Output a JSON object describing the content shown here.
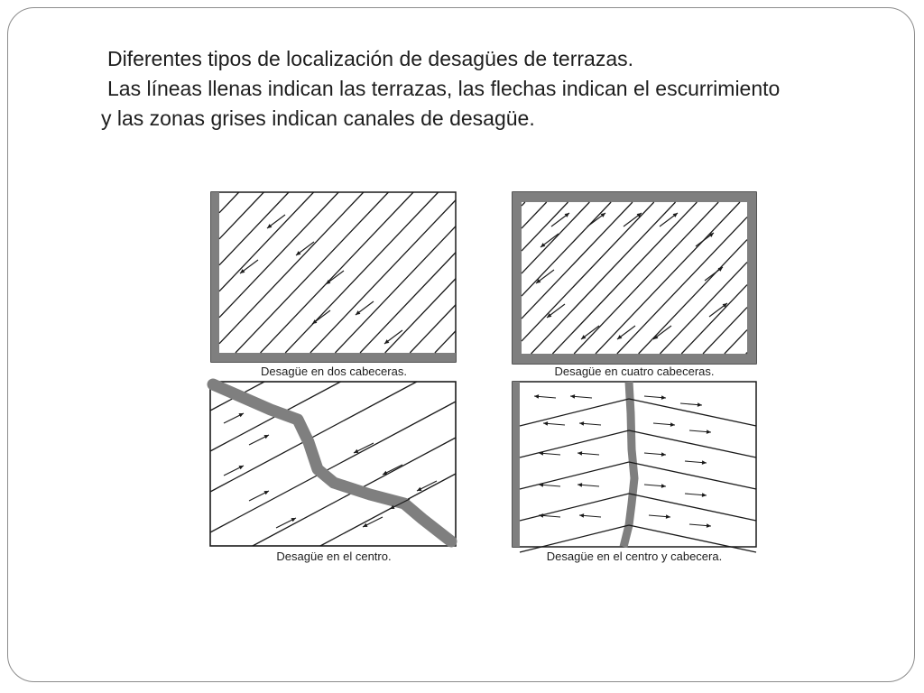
{
  "slide": {
    "title_lines": [
      "Diferentes tipos de localización de desagües de terrazas.",
      "Las líneas llenas indican las terrazas, las flechas indican el escurrimiento",
      "y las zonas grises indican canales de desagüe."
    ]
  },
  "panels": [
    {
      "caption": "Desagüe en dos cabeceras."
    },
    {
      "caption": "Desagüe en cuatro cabeceras."
    },
    {
      "caption": "Desagüe en el centro."
    },
    {
      "caption": "Desagüe en el centro y cabecera."
    }
  ],
  "colors": {
    "channel": "#7f7f7f",
    "line": "#1a1a1a",
    "text": "#1e1e1e",
    "frame": "#8c8c8c"
  }
}
